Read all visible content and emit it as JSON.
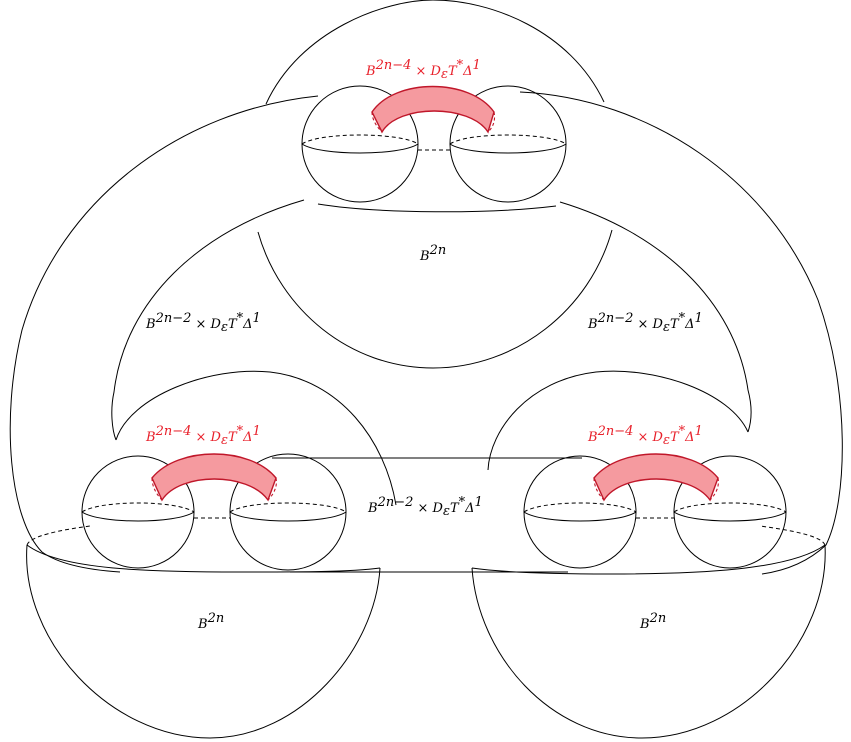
{
  "diagram": {
    "ball_labels": {
      "top": "B^{2n}",
      "bottom_left": "B^{2n}",
      "bottom_right": "B^{2n}"
    },
    "handle_labels": {
      "left": "B^{2n-2} × D_ε T^* Δ^1",
      "right": "B^{2n-2} × D_ε T^* Δ^1",
      "bottom": "B^{2n-2} × D_ε T^* Δ^1"
    },
    "red_labels": {
      "top": "B^{2n-4} × D_ε T^* Δ^1",
      "bottom_left": "B^{2n-4} × D_ε T^* Δ^1",
      "bottom_right": "B^{2n-4} × D_ε T^* Δ^1"
    },
    "colors": {
      "line": "#000000",
      "red_label": "#e8202a",
      "red_fill": "#f59a9f",
      "red_stroke": "#c0172a"
    }
  }
}
